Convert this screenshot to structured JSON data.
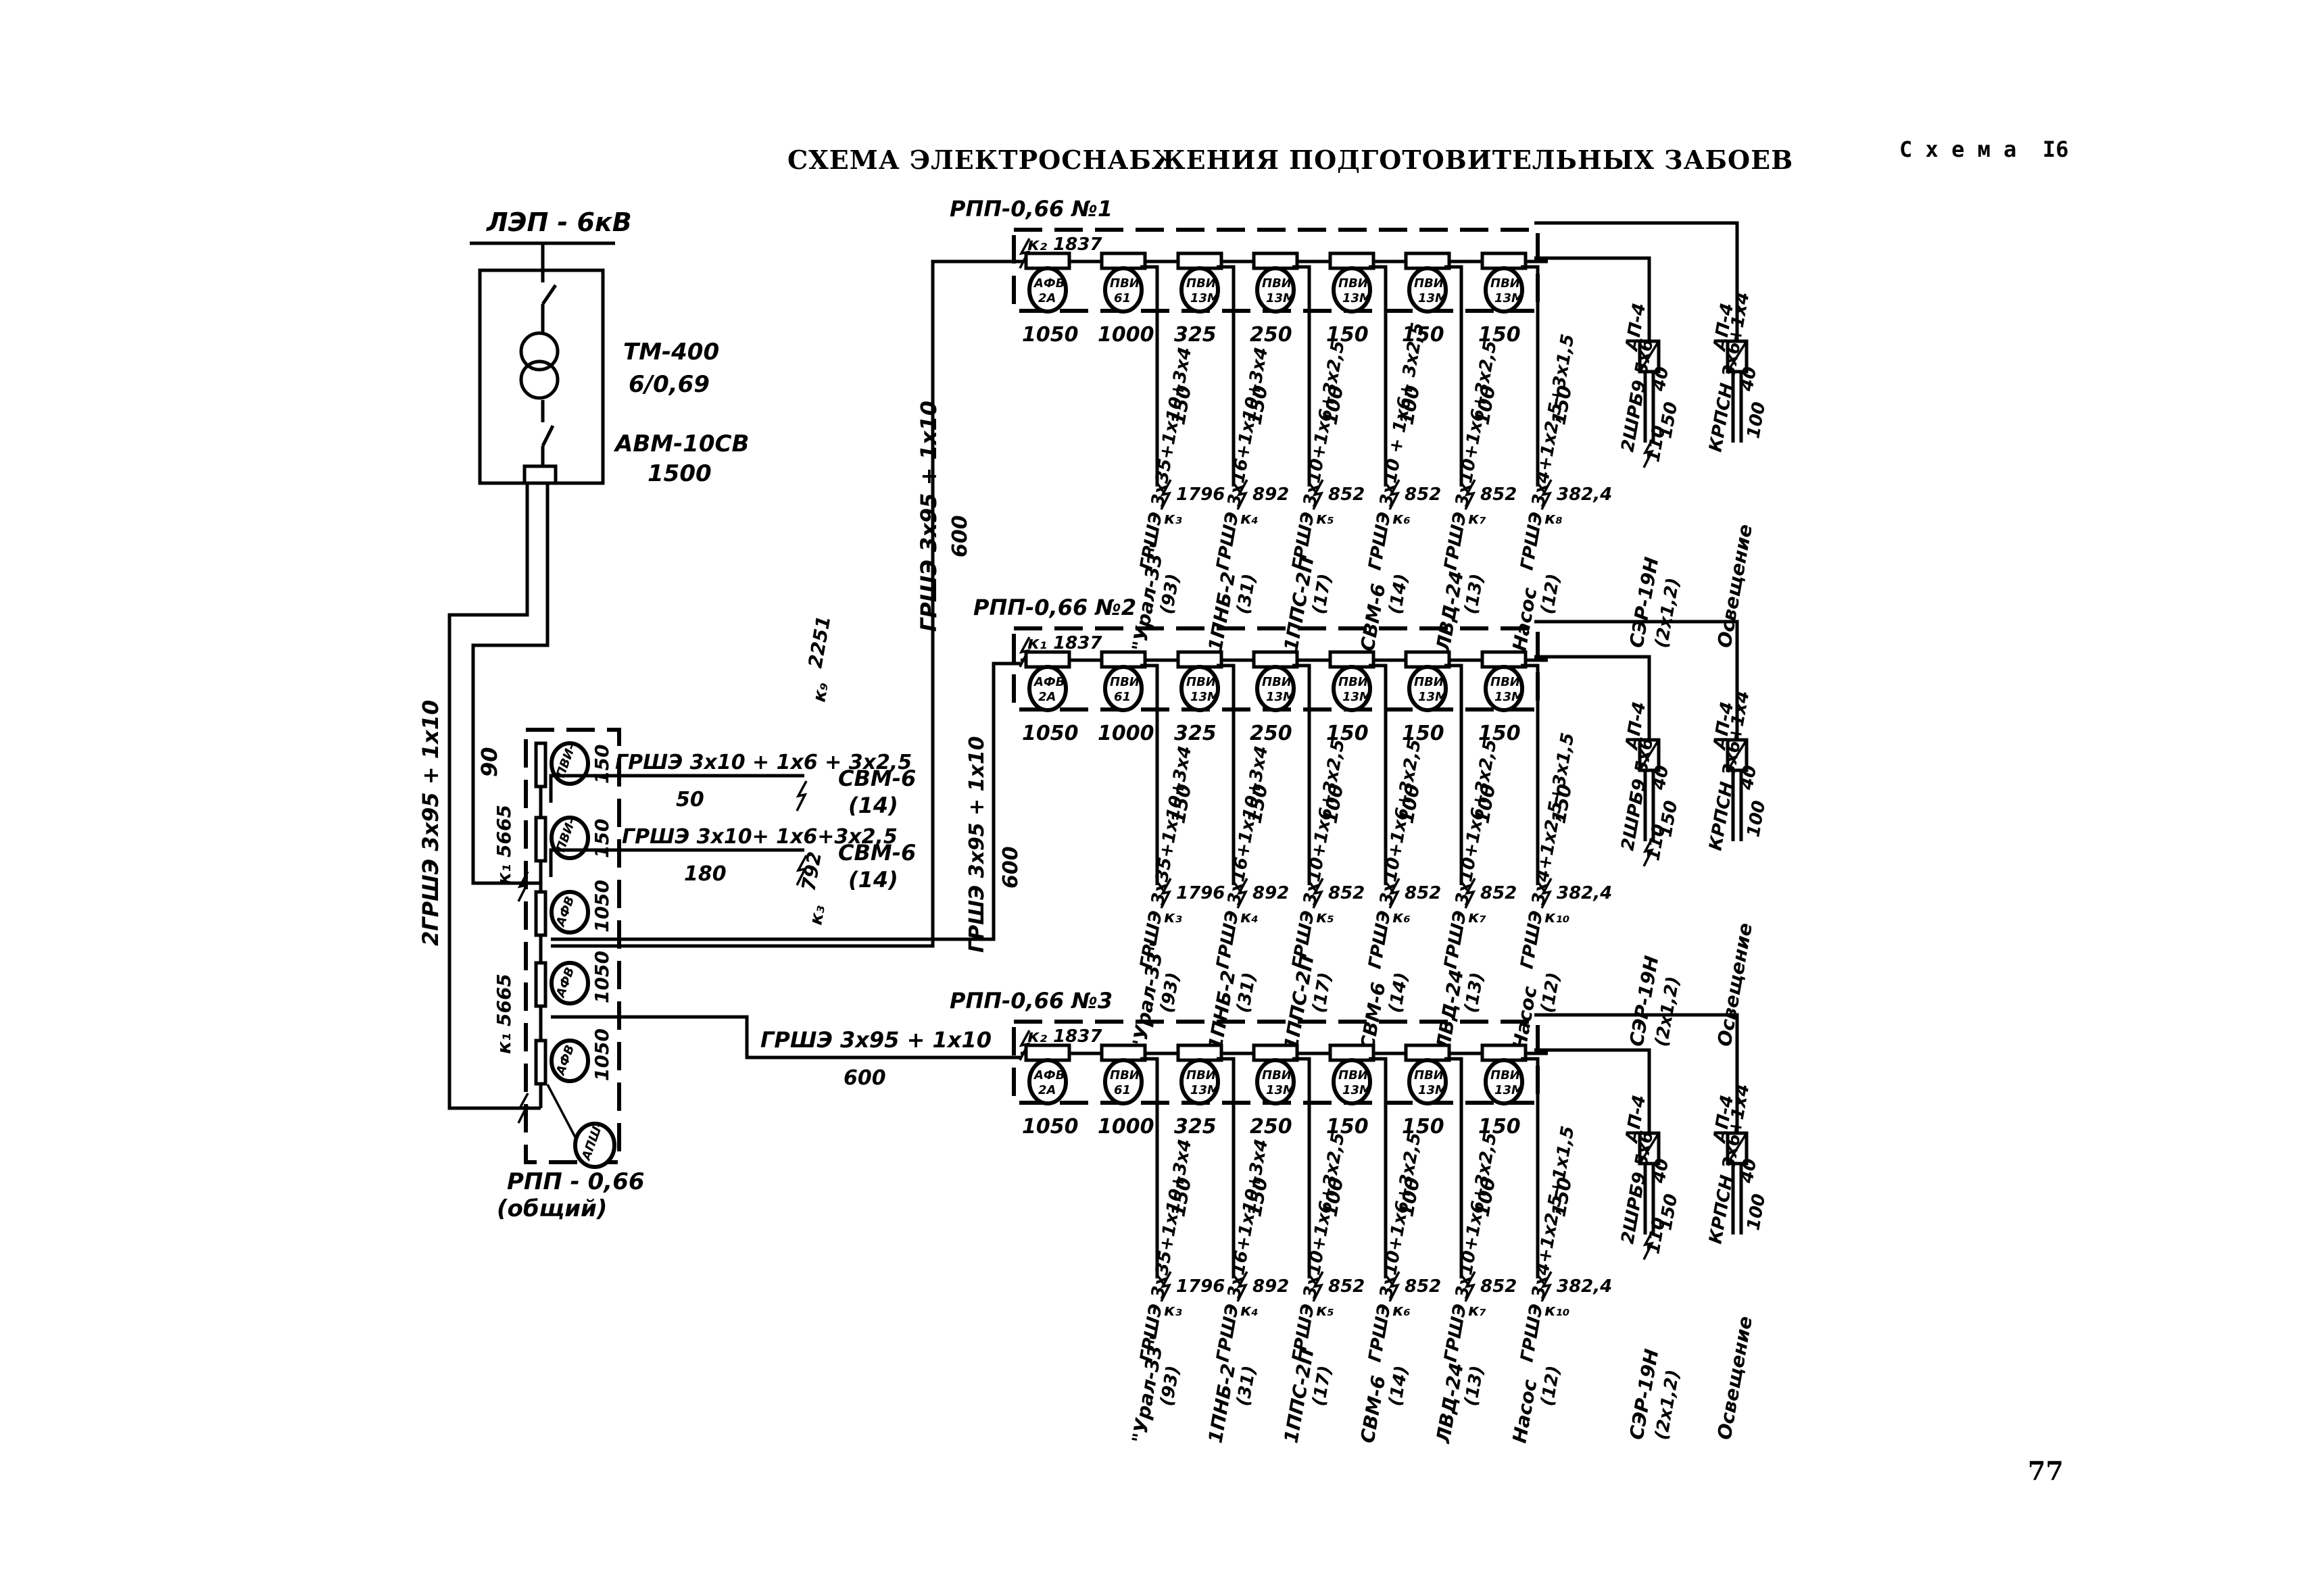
{
  "header": {
    "title": "СХЕМА ЭЛЕКТРОСНАБЖЕНИЯ ПОДГОТОВИТЕЛЬНЫХ ЗАБОЕВ",
    "scheme_label": "С х е м а  I6",
    "page_number": "77"
  },
  "source": {
    "line_label": "ЛЭП - 6кВ",
    "transformer": "ТМ-400",
    "ratio": "6/0,69",
    "breaker": "АВМ-10СВ",
    "breaker_current": "1500",
    "feed_cable": "2ГРШЭ 3х95 + 1х10",
    "feed_length": "90"
  },
  "common_rpp": {
    "label": "РПП - 0,66",
    "sublabel": "(общий)",
    "fault_label": "к₁ 5665",
    "fault_label_lower": "к₁ 5665",
    "units": [
      {
        "name": "ПВИ-",
        "rating": "150"
      },
      {
        "name": "ПВИ-",
        "rating": "150"
      },
      {
        "name": "АФВ",
        "rating": "1050"
      },
      {
        "name": "АФВ",
        "rating": "1050"
      },
      {
        "name": "АФВ",
        "rating": "1050"
      }
    ],
    "aux_unit": "АПШ-",
    "fans": [
      {
        "cable": "ГРШЭ 3х10 + 1х6 + 3х2,5",
        "length": "50",
        "load": "СВМ-6",
        "power": "(14)"
      },
      {
        "cable": "ГРШЭ 3х10+ 1х6+3х2,5",
        "length": "180",
        "load": "СВМ-6",
        "power": "(14)"
      }
    ],
    "fan_fault_1": {
      "value": "2251",
      "point": "к₉"
    },
    "fan_fault_2": {
      "value": "792",
      "point": "к₃"
    }
  },
  "trunk_cables": [
    {
      "cable": "ГРШЭ 3х95 + 1х10",
      "length": "600"
    },
    {
      "cable": "ГРШЭ 3х95 + 1х10",
      "length": "600"
    },
    {
      "cable": "ГРШЭ 3х95 + 1х10",
      "length": "600"
    }
  ],
  "panels": [
    {
      "label": "РПП-0,66 №1",
      "fault": "к₂ 1837",
      "units": [
        {
          "name": "АФВ",
          "type": "2А",
          "rating": "1050"
        },
        {
          "name": "ПВИ",
          "type": "61",
          "rating": "1000"
        },
        {
          "name": "ПВИ",
          "type": "13М",
          "rating": "325"
        },
        {
          "name": "ПВИ",
          "type": "13М",
          "rating": "250"
        },
        {
          "name": "ПВИ",
          "type": "13М",
          "rating": "150"
        },
        {
          "name": "ПВИ",
          "type": "13М",
          "rating": "150"
        },
        {
          "name": "ПВИ",
          "type": "13М",
          "rating": "150"
        }
      ],
      "feeders": [
        {
          "cable": "ГРШЭ 3х35+1х10+3х4",
          "length": "150",
          "fault_value": "1796",
          "fault_point": "к₃",
          "load": "\"Урал-33\"",
          "power": "(93)"
        },
        {
          "cable": "ГРШЭ 3х16+1х10+3х4",
          "length": "150",
          "fault_value": "892",
          "fault_point": "к₄",
          "load": "1ПНБ-2",
          "power": "(31)"
        },
        {
          "cable": "ГРШЭ 3х10+1х6+3х2,5",
          "length": "100",
          "fault_value": "852",
          "fault_point": "к₅",
          "load": "1ППС-2П",
          "power": "(17)"
        },
        {
          "cable": "ГРШЭ 3х10 + 1х6+ 3х2,5",
          "length": "100",
          "fault_value": "852",
          "fault_point": "к₆",
          "load": "СВМ-6",
          "power": "(14)"
        },
        {
          "cable": "ГРШЭ 3х10+1х6+3х2,5",
          "length": "100",
          "fault_value": "852",
          "fault_point": "к₇",
          "load": "ЛВД-24",
          "power": "(13)"
        },
        {
          "cable": "ГРШЭ 3х4+1х2,5+3х1,5",
          "length": "150",
          "fault_value": "382,4",
          "fault_point": "к₈",
          "load": "Насос",
          "power": "(12)"
        }
      ],
      "aux": [
        {
          "cable": "2ШРБ9 5х6",
          "device": "АП-4",
          "len_a": "40",
          "len_b": "150",
          "fault_value": "110",
          "load": "СЭР-19Н",
          "power": "(2х1,2)"
        },
        {
          "cable": "КРПСН 3х6+1х4",
          "device": "АП-4",
          "len_a": "40",
          "len_b": "100",
          "load": "Освещение"
        }
      ]
    },
    {
      "label": "РПП-0,66 №2",
      "fault": "к₁ 1837",
      "units": [
        {
          "name": "АФВ",
          "type": "2А",
          "rating": "1050"
        },
        {
          "name": "ПВИ",
          "type": "61",
          "rating": "1000"
        },
        {
          "name": "ПВИ",
          "type": "13М",
          "rating": "325"
        },
        {
          "name": "ПВИ",
          "type": "13М",
          "rating": "250"
        },
        {
          "name": "ПВИ",
          "type": "13М",
          "rating": "150"
        },
        {
          "name": "ПВИ",
          "type": "13М",
          "rating": "150"
        },
        {
          "name": "ПВИ",
          "type": "13М",
          "rating": "150"
        }
      ],
      "feeders": [
        {
          "cable": "ГРШЭ 3х35+1х10+3х4",
          "length": "150",
          "fault_value": "1796",
          "fault_point": "к₃",
          "load": "\"Урал-33\"",
          "power": "(93)"
        },
        {
          "cable": "ГРШЭ 3х16+1х10+3х4",
          "length": "150",
          "fault_value": "892",
          "fault_point": "к₄",
          "load": "1ПНБ-2",
          "power": "(31)"
        },
        {
          "cable": "ГРШЭ 3х10+1х6+3х2,5",
          "length": "100",
          "fault_value": "852",
          "fault_point": "к₅",
          "load": "1ППС-2П",
          "power": "(17)"
        },
        {
          "cable": "ГРШЭ 3х10+1х6+3х2,5",
          "length": "100",
          "fault_value": "852",
          "fault_point": "к₆",
          "load": "СВМ-6",
          "power": "(14)"
        },
        {
          "cable": "ГРШЭ 3х10+1х6+3х2,5",
          "length": "100",
          "fault_value": "852",
          "fault_point": "к₇",
          "load": "ЛВД-24",
          "power": "(13)"
        },
        {
          "cable": "ГРШЭ 3х4+1х2,5+3х1,5",
          "length": "150",
          "fault_value": "382,4",
          "fault_point": "к₁₀",
          "load": "Насос",
          "power": "(12)"
        }
      ],
      "aux": [
        {
          "cable": "2ШРБ9 5х6",
          "device": "АП-4",
          "len_a": "40",
          "len_b": "150",
          "fault_value": "110",
          "load": "СЭР-19Н",
          "power": "(2х1,2)"
        },
        {
          "cable": "КРПСН 3х6+1х4",
          "device": "АП-4",
          "len_a": "40",
          "len_b": "100",
          "load": "Освещение"
        }
      ]
    },
    {
      "label": "РПП-0,66 №3",
      "fault": "к₂ 1837",
      "units": [
        {
          "name": "АФВ",
          "type": "2А",
          "rating": "1050"
        },
        {
          "name": "ПВИ",
          "type": "61",
          "rating": "1000"
        },
        {
          "name": "ПВИ",
          "type": "13М",
          "rating": "325"
        },
        {
          "name": "ПВИ",
          "type": "13М",
          "rating": "250"
        },
        {
          "name": "ПВИ",
          "type": "13М",
          "rating": "150"
        },
        {
          "name": "ПВИ",
          "type": "13М",
          "rating": "150"
        },
        {
          "name": "ПВИ",
          "type": "13М",
          "rating": "150"
        }
      ],
      "feeders": [
        {
          "cable": "ГРШЭ 3х35+1х10+3х4",
          "length": "150",
          "fault_value": "1796",
          "fault_point": "к₃",
          "load": "\"Урал-33\"",
          "power": "(93)"
        },
        {
          "cable": "ГРШЭ 3х16+1х10+3х4",
          "length": "150",
          "fault_value": "892",
          "fault_point": "к₄",
          "load": "1ПНБ-2",
          "power": "(31)"
        },
        {
          "cable": "ГРШЭ 3х10+1х6+3х2,5",
          "length": "100",
          "fault_value": "852",
          "fault_point": "к₅",
          "load": "1ППС-2П",
          "power": "(17)"
        },
        {
          "cable": "ГРШЭ 3х10+1х6+3х2,5",
          "length": "100",
          "fault_value": "852",
          "fault_point": "к₆",
          "load": "СВМ-6",
          "power": "(14)"
        },
        {
          "cable": "ГРШЭ 3х10+1х6+3х2,5",
          "length": "100",
          "fault_value": "852",
          "fault_point": "к₇",
          "load": "ЛВД-24",
          "power": "(13)"
        },
        {
          "cable": "ГРШЭ 3х4+1х2,5+1х1,5",
          "length": "150",
          "fault_value": "382,4",
          "fault_point": "к₁₀",
          "load": "Насос",
          "power": "(12)"
        }
      ],
      "aux": [
        {
          "cable": "2ШРБ9 5х6",
          "device": "АП-4",
          "len_a": "40",
          "len_b": "150",
          "fault_value": "110",
          "load": "СЭР-19Н",
          "power": "(2х1,2)"
        },
        {
          "cable": "КРПСН 3х6+1х4",
          "device": "АП-4",
          "len_a": "40",
          "len_b": "100",
          "load": "Освещение"
        }
      ]
    }
  ]
}
